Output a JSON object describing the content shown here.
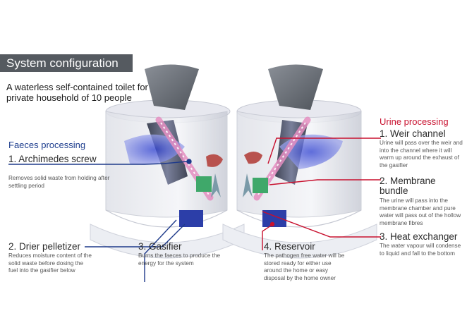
{
  "title": "System configuration",
  "intro": "A waterless self-contained toilet for private household of 10 people",
  "faeces": {
    "heading": "Faeces processing",
    "steps": [
      {
        "num": "1.",
        "name": "Archimedes screw",
        "desc": "Removes solid waste from holding after settling period"
      },
      {
        "num": "2.",
        "name": "Drier pelletizer",
        "desc": "Reduces moisture content of the solid waste before dosing the fuel into the gasifier below"
      },
      {
        "num": "3.",
        "name": "Gasifier",
        "desc": "Burns the faeces to produce the energy for the system"
      }
    ]
  },
  "urine": {
    "heading": "Urine processing",
    "steps": [
      {
        "num": "1.",
        "name": "Weir channel",
        "desc": "Urine will pass over the weir and into the channel where it will warm up around the exhaust of the gasifier"
      },
      {
        "num": "2.",
        "name": "Membrane bundle",
        "desc": "The urine will pass into the membrane chamber and pure water will pass out of the hollow membrane fibres"
      },
      {
        "num": "3.",
        "name": "Heat exchanger",
        "desc": "The water vapour will condense to liquid and fall to the bottom"
      },
      {
        "num": "4.",
        "name": "Reservoir",
        "desc": "The pathogen free water will be stored ready for either use around the home or easy disposal by the home owner"
      }
    ]
  },
  "colors": {
    "faeces_accent": "#1f3f8f",
    "urine_accent": "#c8102e",
    "title_bar": "#555a60",
    "leader_blue": "#1e3a8a",
    "leader_red": "#c8102e"
  }
}
